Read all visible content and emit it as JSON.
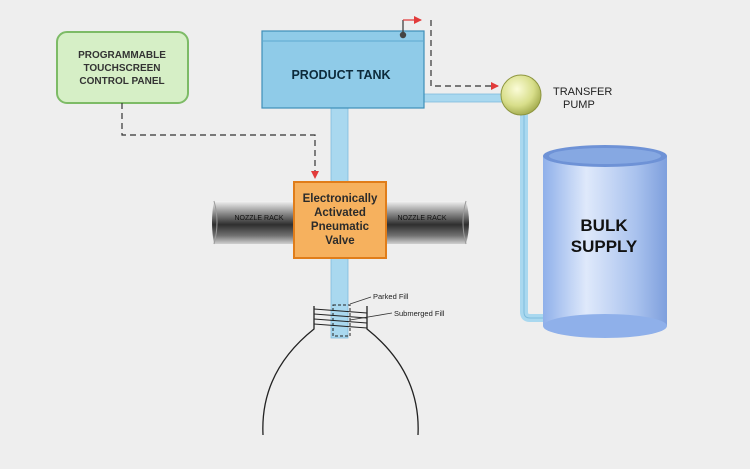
{
  "control_panel": {
    "lines": [
      "PROGRAMMABLE",
      "TOUCHSCREEN",
      "CONTROL PANEL"
    ]
  },
  "product_tank": {
    "label": "PRODUCT TANK"
  },
  "transfer_pump": {
    "lines": [
      "TRANSFER",
      "PUMP"
    ]
  },
  "bulk_supply": {
    "lines": [
      "BULK",
      "SUPPLY"
    ]
  },
  "valve": {
    "lines": [
      "Electronically",
      "Activated",
      "Pneumatic",
      "Valve"
    ]
  },
  "nozzle_rack": {
    "left_label": "NOZZLE RACK",
    "right_label": "NOZZLE RACK"
  },
  "fill_levels": {
    "parked": "Parked Fill",
    "submerged": "Submerged Fill"
  },
  "colors": {
    "background": "#eeeeee",
    "panel_fill": "#d6efc6",
    "panel_border": "#7dbb66",
    "tank_fill": "#8fcbe8",
    "tank_border": "#3f8fb8",
    "pipe": "#a9d8ef",
    "valve_fill": "#f6b15e",
    "valve_border": "#e07d1a",
    "signal_arrow": "#e23b3b",
    "pump_fill": "#d8de8a",
    "bulk_fill": "#a9c2ee",
    "bulk_top": "#6e92d6"
  }
}
